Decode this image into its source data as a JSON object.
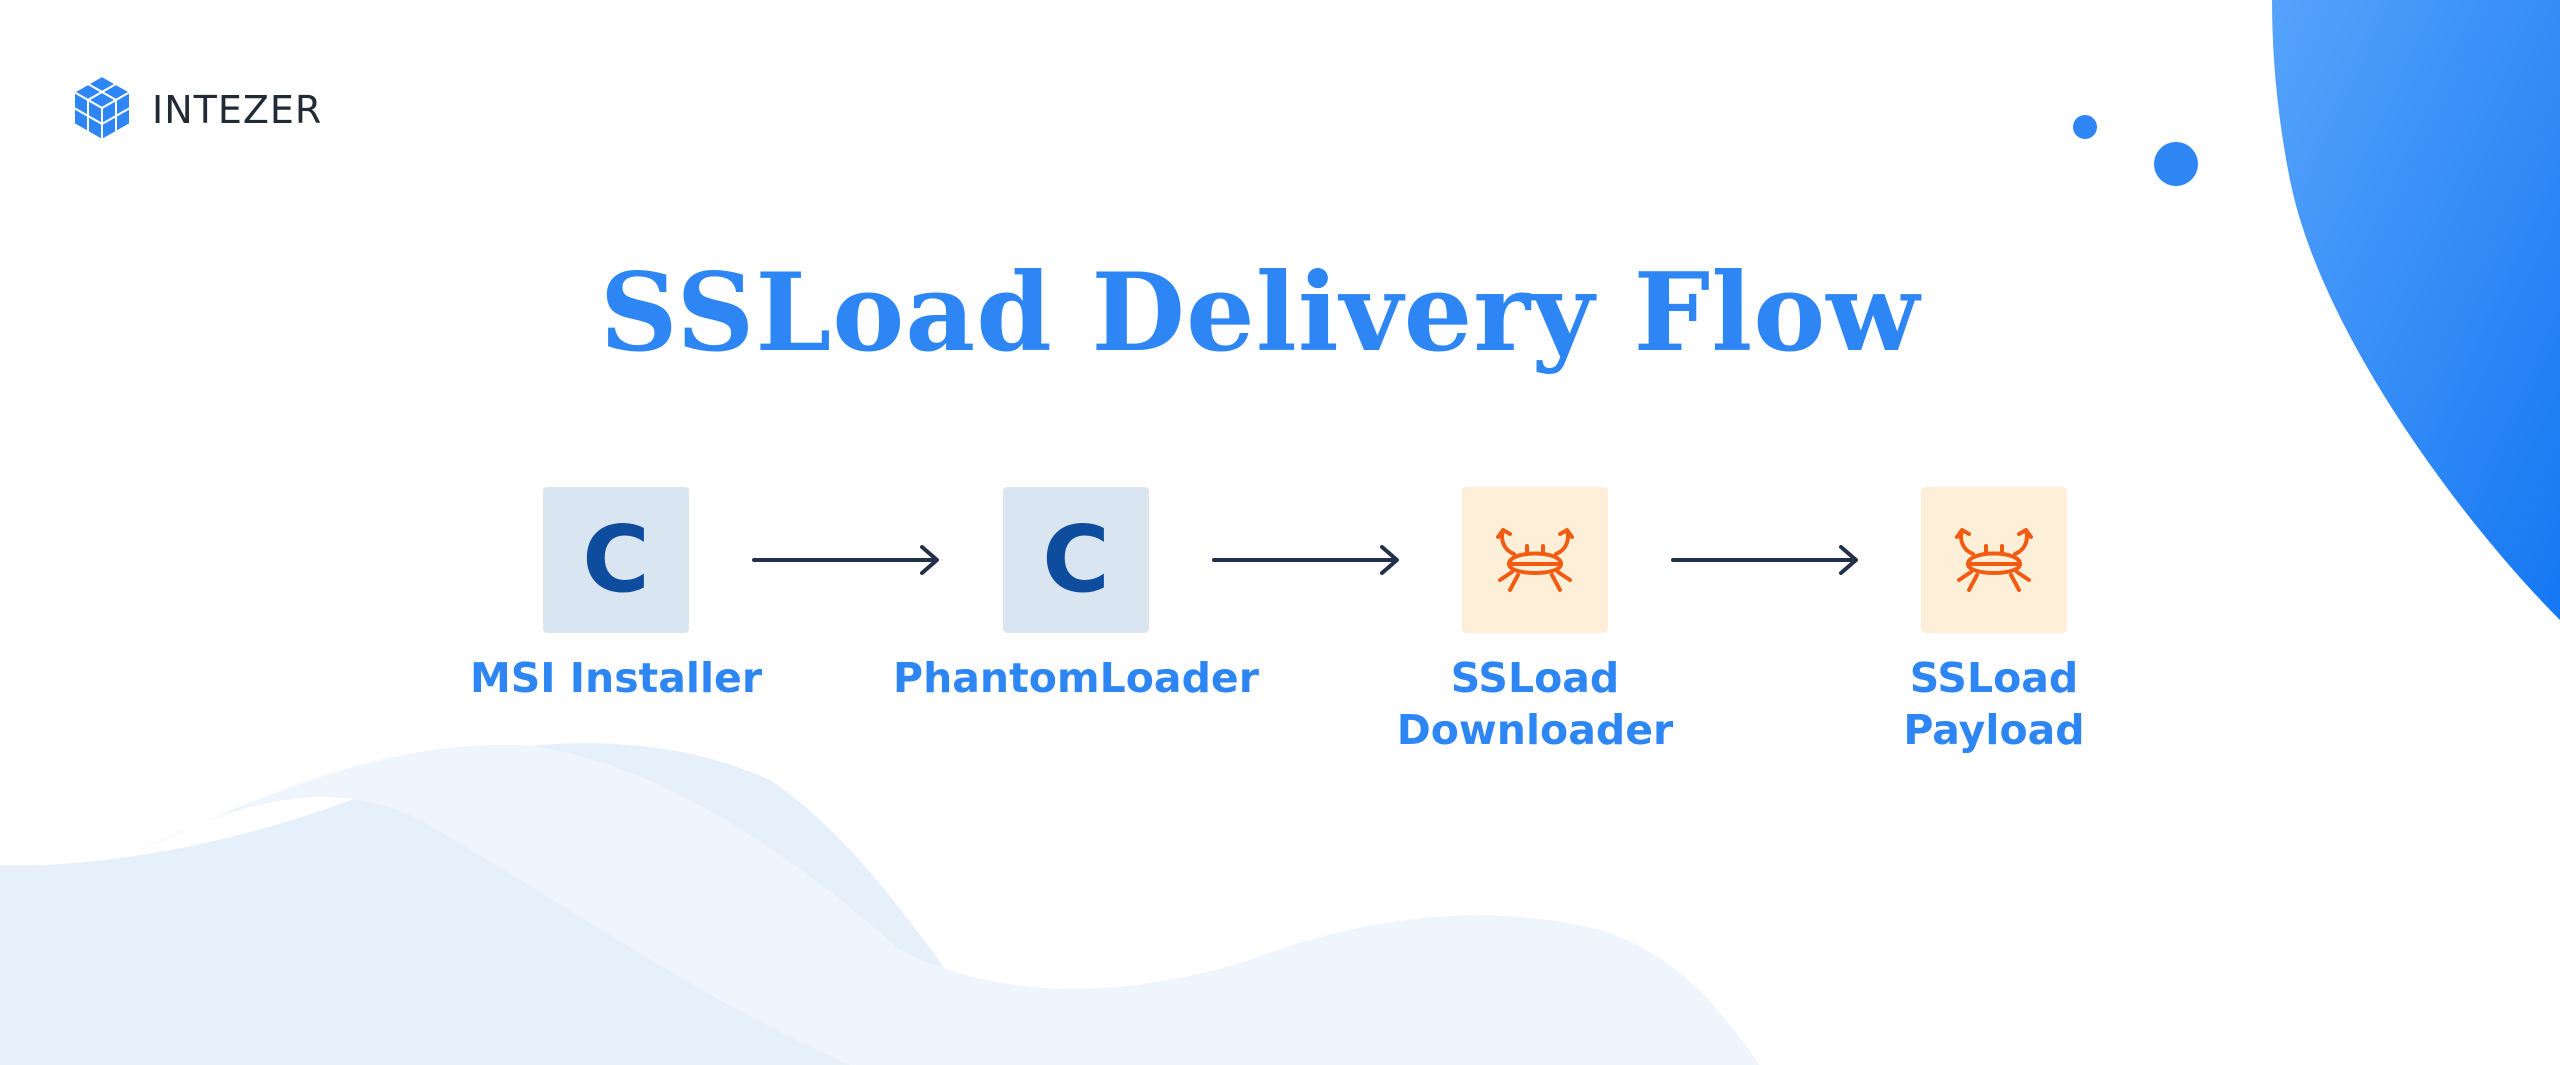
{
  "brand": {
    "name": "INTEZER",
    "logo_icon": "cube-cluster-icon",
    "accent_color": "#2e86f5"
  },
  "diagram": {
    "title": "SSLoad Delivery Flow",
    "nodes": [
      {
        "id": "msi-installer",
        "icon": "c-language-icon",
        "icon_text": "C",
        "label_lines": [
          "MSI Installer"
        ]
      },
      {
        "id": "phantomloader",
        "icon": "c-language-icon",
        "icon_text": "C",
        "label_lines": [
          "PhantomLoader"
        ]
      },
      {
        "id": "ssload-downloader",
        "icon": "rust-crab-icon",
        "label_lines": [
          "SSLoad",
          "Downloader"
        ]
      },
      {
        "id": "ssload-payload",
        "icon": "rust-crab-icon",
        "label_lines": [
          "SSLoad",
          "Payload"
        ]
      }
    ],
    "edges": [
      {
        "from": "msi-installer",
        "to": "phantomloader"
      },
      {
        "from": "phantomloader",
        "to": "ssload-downloader"
      },
      {
        "from": "ssload-downloader",
        "to": "ssload-payload"
      }
    ],
    "colors": {
      "c_tile": "#dae5f2",
      "c_letter": "#0e4c9e",
      "rust_tile": "#feefd9",
      "rust_icon": "#f25c12",
      "arrow": "#223049"
    }
  }
}
